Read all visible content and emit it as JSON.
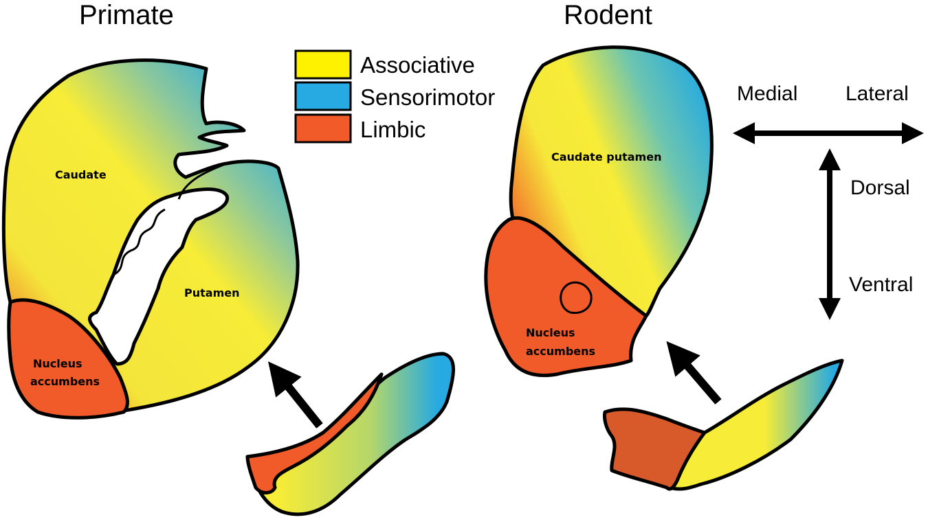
{
  "titles": {
    "left": "Primate",
    "right": "Rodent"
  },
  "legend": [
    {
      "label": "Associative",
      "color": "#FFF200"
    },
    {
      "label": "Sensorimotor",
      "color": "#27AAE1"
    },
    {
      "label": "Limbic",
      "color": "#F15A29"
    }
  ],
  "primate": {
    "caudate": "Caudate",
    "putamen": "Putamen",
    "accumbens_line1": "Nucleus",
    "accumbens_line2": "accumbens"
  },
  "rodent": {
    "caudate_putamen": "Caudate putamen",
    "accumbens_line1": "Nucleus",
    "accumbens_line2": "accumbens"
  },
  "directions": {
    "medial": "Medial",
    "lateral": "Lateral",
    "dorsal": "Dorsal",
    "ventral": "Ventral"
  }
}
